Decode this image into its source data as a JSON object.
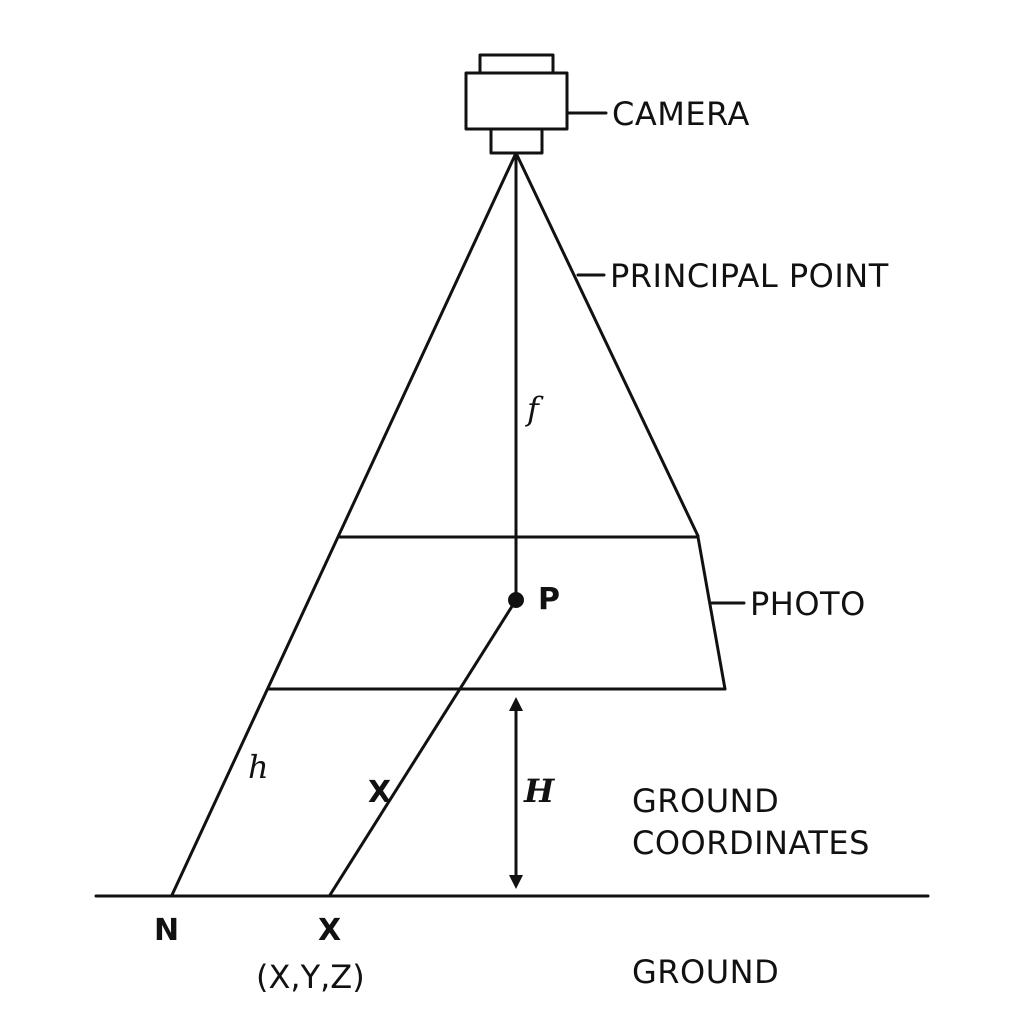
{
  "labels": {
    "camera": "CAMERA",
    "principal_point": "PRINCIPAL POINT",
    "photo": "PHOTO",
    "ground_coordinates_line1": "GROUND",
    "ground_coordinates_line2": "COORDINATES",
    "ground": "GROUND"
  },
  "symbols": {
    "focal_length": "f",
    "principal_point": "P",
    "object_height": "h",
    "image_ray": "X",
    "flying_height": "H",
    "nadir": "N",
    "ground_point": "X",
    "ground_point_coords": "(X,Y,Z)"
  },
  "colors": {
    "ink": "#111111",
    "background": "#ffffff"
  }
}
